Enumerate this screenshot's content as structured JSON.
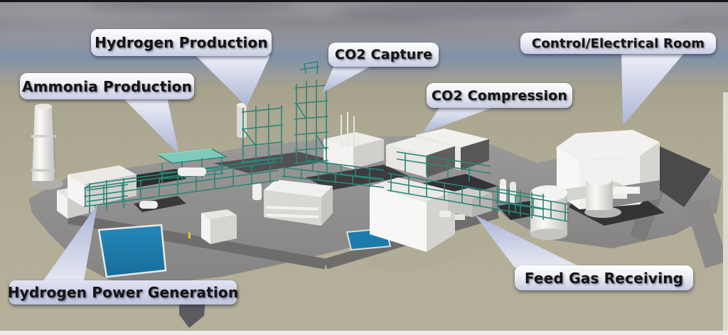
{
  "labels": [
    {
      "id": "hydrogen-production",
      "text": "Hydrogen Production"
    },
    {
      "id": "ammonia-production",
      "text": "Ammonia Production"
    },
    {
      "id": "co2-capture",
      "text": "CO2 Capture"
    },
    {
      "id": "co2-compression",
      "text": "CO2 Compression"
    },
    {
      "id": "control-electrical-room",
      "text": "Control/Electrical Room"
    },
    {
      "id": "feed-gas-receiving",
      "text": "Feed Gas Receiving"
    },
    {
      "id": "hydrogen-power-generation",
      "text": "Hydrogen Power Generation"
    }
  ],
  "colors": {
    "label_bubble_top": "#fdfdfe",
    "label_bubble_bottom": "#c7cde3",
    "label_text": "#141418",
    "pipe_rack_teal": "#2a8579",
    "pool_blue": "#1b7cab",
    "ground_khaki": "#b2ad96",
    "pad_gray": "#8f8e8d",
    "sky_blue_band": "#8093a6"
  }
}
